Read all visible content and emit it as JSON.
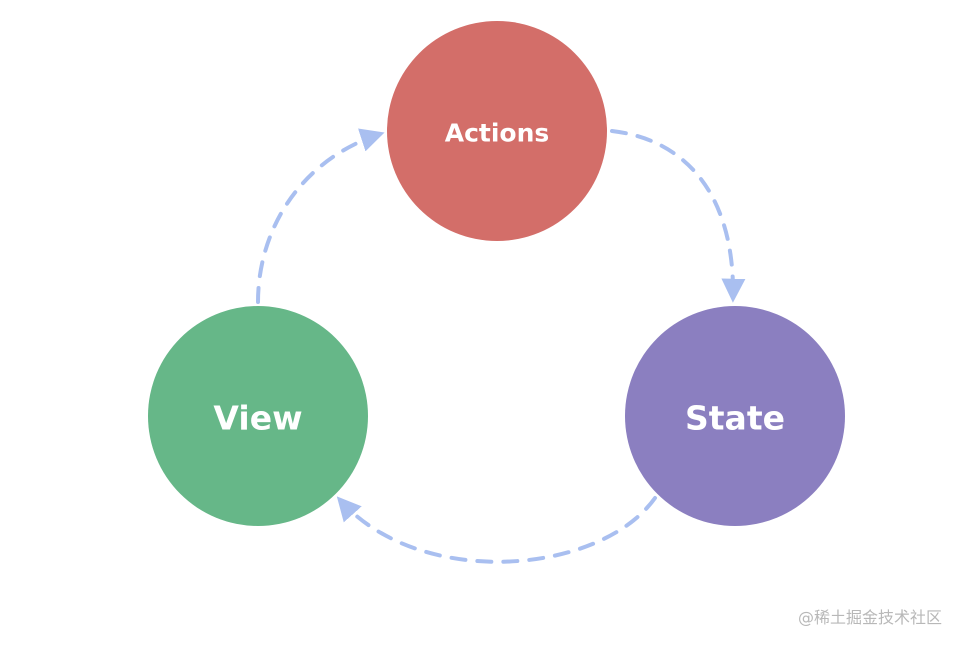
{
  "nodes": {
    "actions": {
      "label": "Actions",
      "color": "#d36e69"
    },
    "state": {
      "label": "State",
      "color": "#8b7fc0"
    },
    "view": {
      "label": "View",
      "color": "#66b788"
    }
  },
  "edges": [
    {
      "from": "view",
      "to": "actions"
    },
    {
      "from": "actions",
      "to": "state"
    },
    {
      "from": "state",
      "to": "view"
    }
  ],
  "edge_color": "#a9bff0",
  "watermark": "@稀土掘金技术社区"
}
